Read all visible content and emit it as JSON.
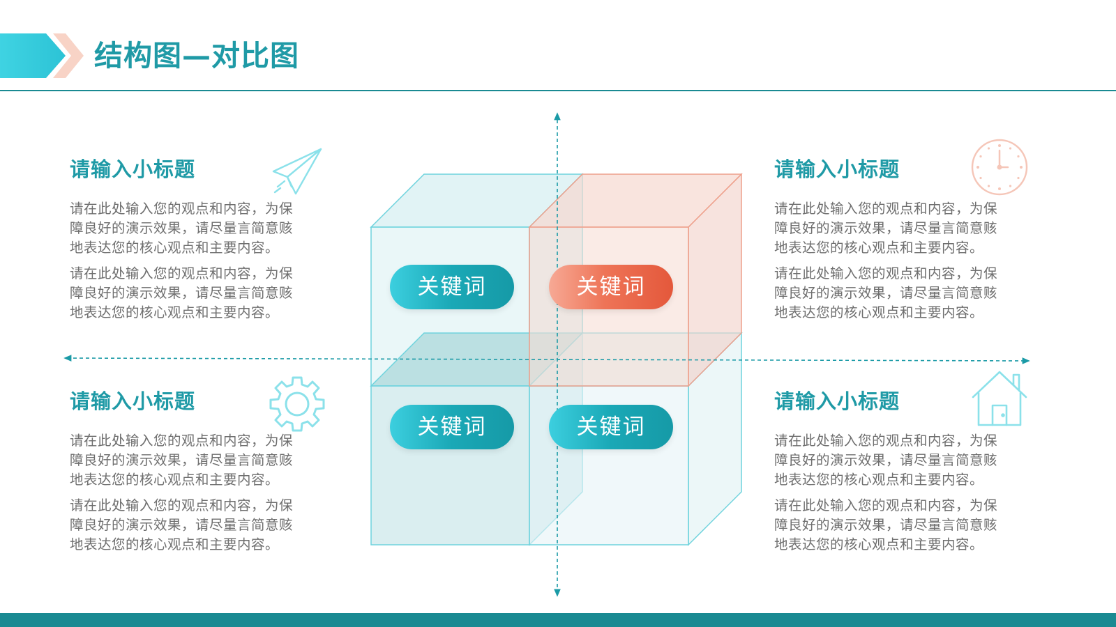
{
  "title": "结构图—对比图",
  "colors": {
    "accent": "#1f9aa6",
    "teal_dark": "#1a8a92",
    "cyan": "#3ccfdf",
    "coral": "#e4583b",
    "coral_light": "#f7a995",
    "body_text": "#6e6e6e"
  },
  "keywords": [
    {
      "label": "关键词",
      "style": "teal"
    },
    {
      "label": "关键词",
      "style": "coral"
    },
    {
      "label": "关键词",
      "style": "teal"
    },
    {
      "label": "关键词",
      "style": "teal"
    }
  ],
  "blocks": [
    {
      "heading": "请输入小标题",
      "icon": "paper-plane-icon",
      "paragraphs": [
        [
          "请在此处输入您的观点和内容，为保",
          "障良好的演示效果，请尽量言简意赅",
          "地表达您的核心观点和主要内容。"
        ],
        [
          "请在此处输入您的观点和内容，为保",
          "障良好的演示效果，请尽量言简意赅",
          "地表达您的核心观点和主要内容。"
        ]
      ]
    },
    {
      "heading": "请输入小标题",
      "icon": "clock-icon",
      "paragraphs": [
        [
          "请在此处输入您的观点和内容，为保",
          "障良好的演示效果，请尽量言简意赅",
          "地表达您的核心观点和主要内容。"
        ],
        [
          "请在此处输入您的观点和内容，为保",
          "障良好的演示效果，请尽量言简意赅",
          "地表达您的核心观点和主要内容。"
        ]
      ]
    },
    {
      "heading": "请输入小标题",
      "icon": "gear-icon",
      "paragraphs": [
        [
          "请在此处输入您的观点和内容，为保",
          "障良好的演示效果，请尽量言简意赅",
          "地表达您的核心观点和主要内容。"
        ],
        [
          "请在此处输入您的观点和内容，为保",
          "障良好的演示效果，请尽量言简意赅",
          "地表达您的核心观点和主要内容。"
        ]
      ]
    },
    {
      "heading": "请输入小标题",
      "icon": "house-icon",
      "paragraphs": [
        [
          "请在此处输入您的观点和内容，为保",
          "障良好的演示效果，请尽量言简意赅",
          "地表达您的核心观点和主要内容。"
        ],
        [
          "请在此处输入您的观点和内容，为保",
          "障良好的演示效果，请尽量言简意赅",
          "地表达您的核心观点和主要内容。"
        ]
      ]
    }
  ]
}
